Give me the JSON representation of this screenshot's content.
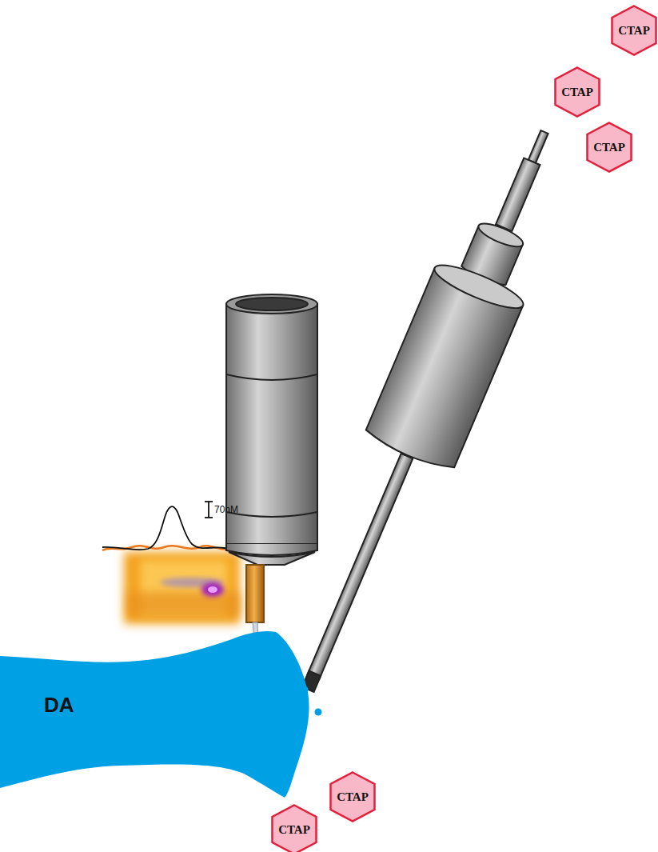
{
  "diagram": {
    "nodes": [
      {
        "text": [
          "CTAP"
        ]
      },
      {
        "text": [
          "CTAP"
        ]
      },
      {
        "text": [
          "CTAP"
        ]
      },
      {
        "text": [
          "DA"
        ]
      },
      {
        "text": [
          "CTAP"
        ]
      },
      {
        "text": [
          "CTAP"
        ]
      }
    ],
    "labels": [
      "70nM"
    ]
  }
}
